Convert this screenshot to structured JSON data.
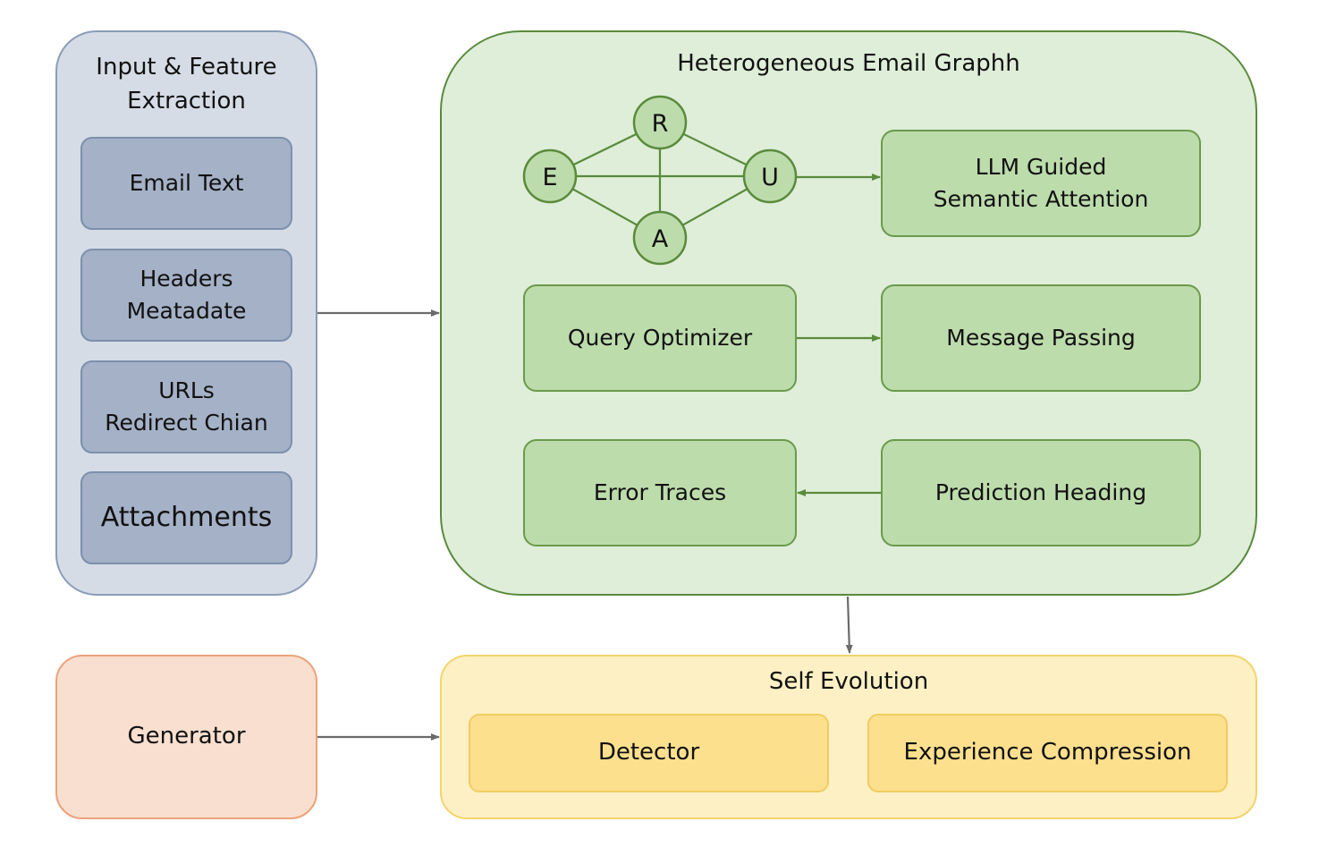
{
  "input_panel": {
    "title": "Input & Feature\nExtraction",
    "items": [
      {
        "label": "Email Text"
      },
      {
        "label": "Headers\nMeatadate"
      },
      {
        "label": "URLs\nRedirect Chian"
      },
      {
        "label": "Attachments"
      }
    ]
  },
  "graph_panel": {
    "title": "Heterogeneous Email Graphh",
    "nodes": [
      "R",
      "E",
      "U",
      "A"
    ],
    "llm_attention": "LLM Guided\nSemantic Attention",
    "query_optimizer": "Query Optimizer",
    "message_passing": "Message Passing",
    "error_traces": "Error Traces",
    "prediction_heading": "Prediction Heading"
  },
  "generator": {
    "label": "Generator"
  },
  "self_evolution": {
    "title": "Self Evolution",
    "detector": "Detector",
    "experience_compression": "Experience Compression"
  },
  "colors": {
    "input_fill": "#d5dce6",
    "input_border": "#8a9cb8",
    "graph_fill": "#deeed8",
    "graph_border": "#5a8a3c",
    "generator_fill": "#f9dfcf",
    "generator_border": "#eca27a",
    "evolution_fill": "#fdf0c4",
    "evolution_border": "#f3d46c",
    "arrow_gray": "#6b6b6b",
    "arrow_green": "#5a8a3c"
  }
}
